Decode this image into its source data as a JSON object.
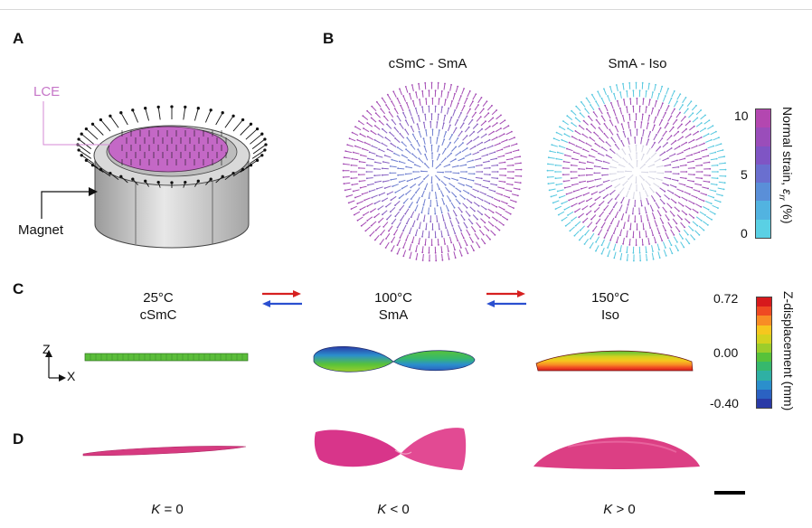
{
  "panels": {
    "a": "A",
    "b": "B",
    "c": "C",
    "d": "D"
  },
  "panel_a": {
    "lce_label": "LCE",
    "magnet_label": "Magnet"
  },
  "panel_b": {
    "left_title": "cSmC - SmA",
    "right_title": "SmA - Iso",
    "colorbar": {
      "title_prefix": "Normal strain, ",
      "title_symbol": "ε",
      "title_sub": "rr",
      "title_suffix": " (%)",
      "ticks": [
        "10",
        "5",
        "0"
      ],
      "colors": [
        "#b347b0",
        "#9a4dba",
        "#7f55c4",
        "#6a6fcf",
        "#5a8fd8",
        "#52b3e0",
        "#5ad0e4"
      ]
    }
  },
  "panel_c": {
    "states": [
      {
        "temp": "25°C",
        "phase": "cSmC"
      },
      {
        "temp": "100°C",
        "phase": "SmA"
      },
      {
        "temp": "150°C",
        "phase": "Iso"
      }
    ],
    "axis_z": "Z",
    "axis_x": "X",
    "colorbar": {
      "title": "Z-displacement (mm)",
      "ticks": [
        "0.72",
        "0.00",
        "-0.40"
      ],
      "colors": [
        "#d7191c",
        "#ef4a22",
        "#f88d25",
        "#f6c71e",
        "#d4d21f",
        "#9ccd2b",
        "#57c23a",
        "#36b86d",
        "#2fb0a4",
        "#2b8fcc",
        "#2b62c2",
        "#2a3aa6"
      ]
    },
    "arrow_colors": {
      "forward": "#d62020",
      "backward": "#2a4fd0"
    }
  },
  "panel_d": {
    "curvatures": [
      {
        "symbol": "K",
        "relation": " = 0"
      },
      {
        "symbol": "K",
        "relation": " < 0"
      },
      {
        "symbol": "K",
        "relation": " > 0"
      }
    ],
    "film_color": "#d63a80"
  }
}
